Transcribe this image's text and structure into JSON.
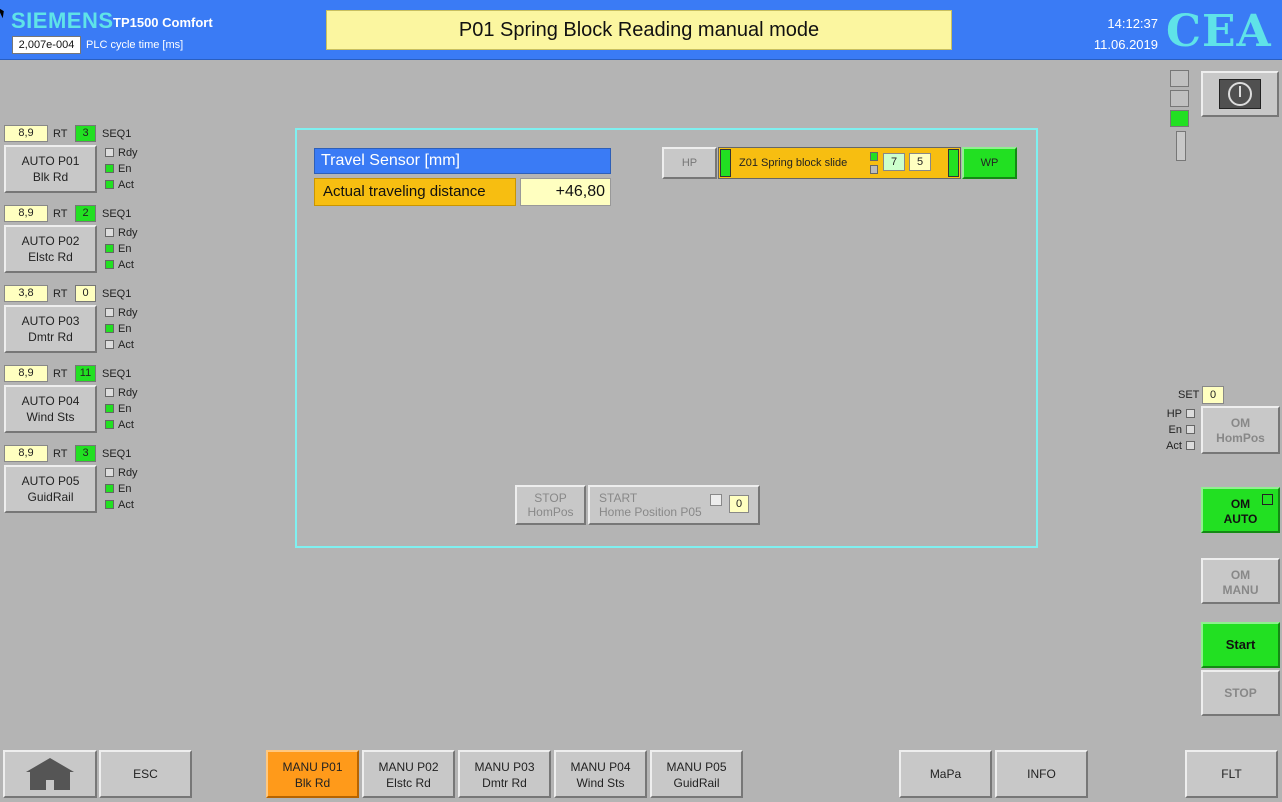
{
  "header": {
    "brand": "SIEMENS",
    "model": "TP1500 Comfort",
    "cycle_value": "2,007e-004",
    "cycle_label": "PLC cycle time [ms]",
    "title": "P01 Spring Block Reading manual mode",
    "time": "14:12:37",
    "date": "11.06.2019",
    "logo": "CEA"
  },
  "processes": [
    {
      "rt_value": "8,9",
      "rt_label": "RT",
      "seq_count": "3",
      "seq_label": "SEQ1",
      "button_line1": "AUTO P01",
      "button_line2": "Blk Rd",
      "rdy": "Rdy",
      "en": "En",
      "act": "Act"
    },
    {
      "rt_value": "8,9",
      "rt_label": "RT",
      "seq_count": "2",
      "seq_label": "SEQ1",
      "button_line1": "AUTO P02",
      "button_line2": "Elstc Rd",
      "rdy": "Rdy",
      "en": "En",
      "act": "Act"
    },
    {
      "rt_value": "3,8",
      "rt_label": "RT",
      "seq_count": "0",
      "seq_label": "SEQ1",
      "button_line1": "AUTO P03",
      "button_line2": "Dmtr Rd",
      "rdy": "Rdy",
      "en": "En",
      "act": "Act"
    },
    {
      "rt_value": "8,9",
      "rt_label": "RT",
      "seq_count": "11",
      "seq_label": "SEQ1",
      "button_line1": "AUTO P04",
      "button_line2": "Wind Sts",
      "rdy": "Rdy",
      "en": "En",
      "act": "Act"
    },
    {
      "rt_value": "8,9",
      "rt_label": "RT",
      "seq_count": "3",
      "seq_label": "SEQ1",
      "button_line1": "AUTO P05",
      "button_line2": "GuidRail",
      "rdy": "Rdy",
      "en": "En",
      "act": "Act"
    }
  ],
  "sensor": {
    "title": "Travel Sensor [mm]",
    "label": "Actual traveling distance",
    "value": "+46,80"
  },
  "slide": {
    "hp_label": "HP",
    "name": "Z01 Spring block slide",
    "count1": "7",
    "count2": "5",
    "wp_label": "WP"
  },
  "homing": {
    "stop_line1": "STOP",
    "stop_line2": "HomPos",
    "start_line1": "START",
    "start_line2": "Home Position P05",
    "count": "0"
  },
  "right_panel": {
    "set_label": "SET",
    "set_value": "0",
    "hp_label": "HP",
    "en_label": "En",
    "act_label": "Act",
    "om_hompos_line1": "OM",
    "om_hompos_line2": "HomPos",
    "om_auto_line1": "OM",
    "om_auto_line2": "AUTO",
    "om_manu_line1": "OM",
    "om_manu_line2": "MANU",
    "start": "Start",
    "stop": "STOP"
  },
  "nav": {
    "esc": "ESC",
    "manu": [
      {
        "line1": "MANU P01",
        "line2": "Blk Rd"
      },
      {
        "line1": "MANU P02",
        "line2": "Elstc Rd"
      },
      {
        "line1": "MANU P03",
        "line2": "Dmtr Rd"
      },
      {
        "line1": "MANU P04",
        "line2": "Wind Sts"
      },
      {
        "line1": "MANU P05",
        "line2": "GuidRail"
      }
    ],
    "mapa": "MaPa",
    "info": "INFO",
    "flt": "FLT"
  },
  "colors": {
    "header_blue": "#3a7bf5",
    "accent_cyan": "#5fe3e8",
    "status_green": "#22e022",
    "sensor_orange": "#f7be11",
    "active_tab_orange": "#ff9a1a",
    "value_yellow": "#ffffc0"
  }
}
